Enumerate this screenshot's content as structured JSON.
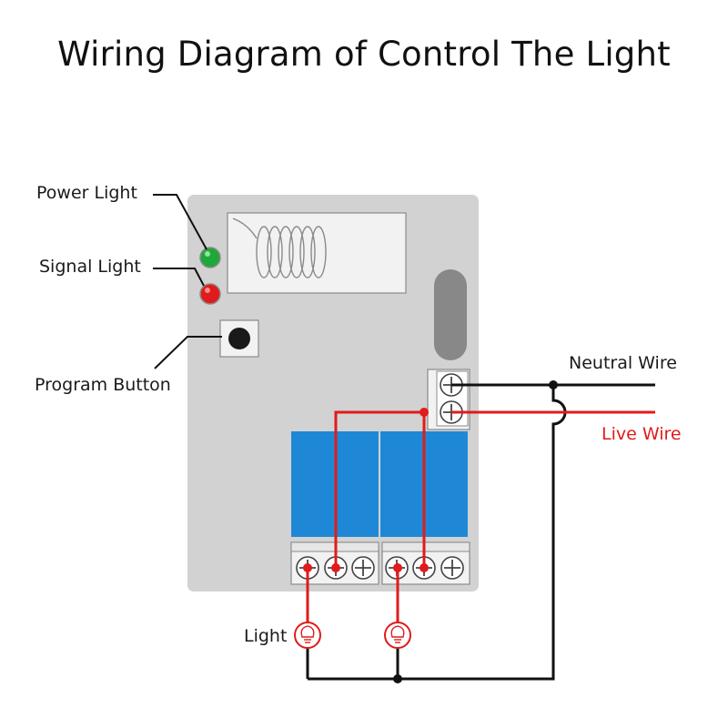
{
  "title": "Wiring Diagram of Control The Light",
  "labels": {
    "power_light": "Power Light",
    "signal_light": "Signal Light",
    "program_button": "Program Button",
    "neutral_wire": "Neutral Wire",
    "live_wire": "Live Wire",
    "light": "Light"
  },
  "colors": {
    "board": "#d2d2d2",
    "relay": "#1e88d6",
    "live": "#e01b1b",
    "neutral": "#111111",
    "power_led": "#1fa83a",
    "signal_led": "#e01b1b"
  },
  "icons": [
    "antenna-coil-icon",
    "screw-terminal-icon",
    "light-bulb-icon"
  ]
}
